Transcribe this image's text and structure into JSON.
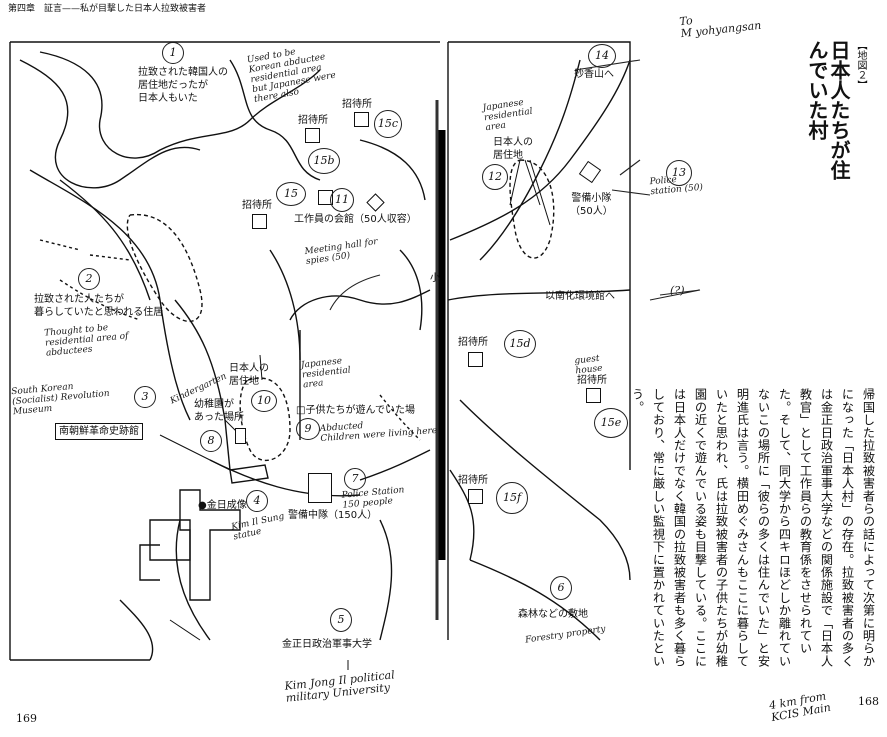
{
  "header": {
    "chapter": "第四章　証言——私が目撃した日本人拉致被害者",
    "map_tag": "【地図２】",
    "map_title": "日本人たちが住んでいた村"
  },
  "map_labels": {
    "abducted_korean_area": "拉致された韓国人の\n居住地だったが\n日本人もいた",
    "guest_house": "招待所",
    "operatives_hall": "工作員の会館（50人収容）",
    "abducted_people_area": "拉致された人たちが\n暮らしていたと思われる住居",
    "japanese_residence_center": "日本人の\n居住地",
    "kindergarten": "幼稚園が\nあった場所",
    "children_play": "□子供たちが遊んでいた場",
    "museum": "南朝鮮革命史跡館",
    "kim_statue": "●金日成像",
    "security_company": "警備中隊（150人）",
    "university": "金正日政治軍事大学",
    "forest_site": "森林などの敷地",
    "myohyang": "妙香山へ",
    "japanese_residence_right": "日本人の\n居住地",
    "security_platoon": "警備小隊\n（50人）",
    "to_hall": "以南化環境館へ",
    "small_mark": "小"
  },
  "handwritten": {
    "note1": "Used to be\nKorean abductee\nresidential area\nbut Japanese were\nthere also",
    "to_myohyangsan": "To\nM yohyangsan",
    "jp_res_area": "Japanese\nresidential\narea",
    "police_station_50": "Police\nstation (50)",
    "meeting_hall": "Meeting hall for\nspies (50)",
    "thought_to_be": "Thought to be\nresidential area of\nabductees",
    "question": "(?)",
    "jp_res_area2": "Japanese\nresidential\narea",
    "kindergarten": "Kindergarten",
    "south_korean_museum": "South Korean\n(Socialist) Revolution\nMuseum",
    "abducted_children": "Abducted\nChildren were living here",
    "guest_house": "guest\nhouse",
    "police_station_150": "Police Station\n150 people",
    "kim_statue": "Kim Il Sung\nstatue",
    "forestry": "Forestry property",
    "university": "Kim Jong Il political\nmilitary University",
    "distance": "4 km from\nKCIS Main",
    "n1": "1",
    "n2": "2",
    "n3": "3",
    "n4": "4",
    "n5": "5",
    "n6": "6",
    "n7": "7",
    "n8": "8",
    "n9": "9",
    "n10": "10",
    "n11": "11",
    "n12": "12",
    "n13": "13",
    "n14": "14",
    "n15": "15",
    "n15b": "15b",
    "n15c": "15c",
    "n15d": "15d",
    "n15e": "15e",
    "n15f": "15f"
  },
  "body_text": "帰国した拉致被害者らの話によって次第に明らかになった「日本人村」の存在。拉致被害者の多くは金正日政治軍事大学などの関係施設で「日本人教官」として工作員らの教育係をさせられていた。そして、同大学から四キロほどしか離れていないこの場所に「彼らの多くは住んでいた」と安明進氏は言う。横田めぐみさんもここに暮らしていたと思われ、氏は拉致被害者の子供たちが幼稚園の近くで遊んでいる姿も目撃している。ここには日本人だけでなく韓国の拉致被害者も多く暮らしており、常に厳しい監視下に置かれていたという。",
  "page_numbers": {
    "left": "169",
    "right": "168"
  }
}
